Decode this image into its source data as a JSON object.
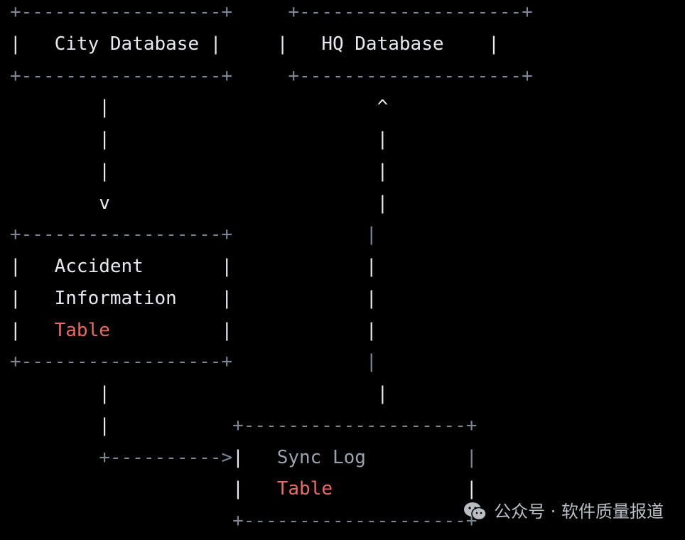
{
  "lines": [
    [
      {
        "t": "+------------------+",
        "c": "gray"
      },
      {
        "t": "     ",
        "c": "gray"
      },
      {
        "t": "+--------------------+",
        "c": "gray"
      }
    ],
    [
      {
        "t": "|",
        "c": "white"
      },
      {
        "t": "   City Database ",
        "c": "white"
      },
      {
        "t": "|",
        "c": "white"
      },
      {
        "t": "     ",
        "c": "white"
      },
      {
        "t": "|",
        "c": "white"
      },
      {
        "t": "   HQ Database    ",
        "c": "white"
      },
      {
        "t": "|",
        "c": "white"
      }
    ],
    [
      {
        "t": "+------------------+",
        "c": "gray"
      },
      {
        "t": "     ",
        "c": "gray"
      },
      {
        "t": "+--------------------+",
        "c": "gray"
      }
    ],
    [
      {
        "t": "        |                        ^",
        "c": "white"
      }
    ],
    [
      {
        "t": "        |                        |",
        "c": "white"
      }
    ],
    [
      {
        "t": "        |                        |",
        "c": "white"
      }
    ],
    [
      {
        "t": "        v                        |",
        "c": "white"
      }
    ],
    [
      {
        "t": "+------------------+",
        "c": "gray"
      },
      {
        "t": "            ",
        "c": "gray"
      },
      {
        "t": "|",
        "c": "gray"
      }
    ],
    [
      {
        "t": "|   Accident       |            |",
        "c": "white"
      }
    ],
    [
      {
        "t": "|   Information    |            |",
        "c": "white"
      }
    ],
    [
      {
        "t": "|   ",
        "c": "white"
      },
      {
        "t": "Table",
        "c": "red"
      },
      {
        "t": "          |            |",
        "c": "white"
      }
    ],
    [
      {
        "t": "+------------------+",
        "c": "gray"
      },
      {
        "t": "            ",
        "c": "gray"
      },
      {
        "t": "|",
        "c": "gray"
      }
    ],
    [
      {
        "t": "        |                        |",
        "c": "white"
      }
    ],
    [
      {
        "t": "        |           ",
        "c": "white"
      },
      {
        "t": "+--------------------+",
        "c": "gray"
      }
    ],
    [
      {
        "t": "        ",
        "c": "white"
      },
      {
        "t": "+---------->",
        "c": "gray"
      },
      {
        "t": "|",
        "c": "white"
      },
      {
        "t": "   ",
        "c": "white"
      },
      {
        "t": "Sync Log",
        "c": "sync"
      },
      {
        "t": "         ",
        "c": "white"
      },
      {
        "t": "|",
        "c": "gray"
      }
    ],
    [
      {
        "t": "                    ",
        "c": "white"
      },
      {
        "t": "|",
        "c": "white"
      },
      {
        "t": "   ",
        "c": "white"
      },
      {
        "t": "Table",
        "c": "red"
      },
      {
        "t": "            ",
        "c": "white"
      },
      {
        "t": "|",
        "c": "white"
      }
    ],
    [
      {
        "t": "                    ",
        "c": "white"
      },
      {
        "t": "+--------------------+",
        "c": "gray"
      }
    ]
  ],
  "watermark": {
    "icon": "wechat-icon",
    "text": "公众号 · 软件质量报道"
  }
}
